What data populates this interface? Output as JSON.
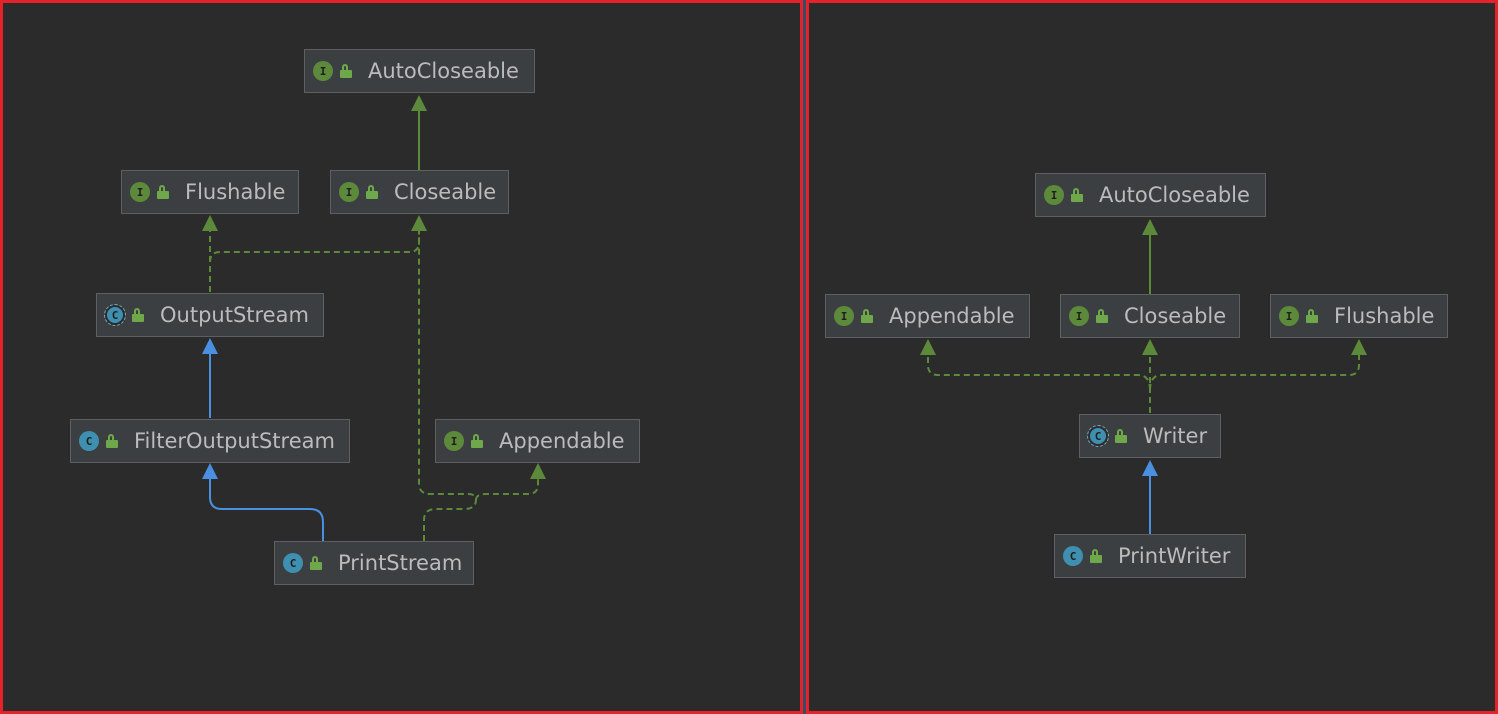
{
  "colors": {
    "frame": "#e3222a",
    "implements": "#5c8a3a",
    "extends": "#4a8fe0",
    "node_bg": "#3c3f41",
    "text": "#bbbbbb"
  },
  "left": {
    "nodes": {
      "autocloseable": {
        "label": "AutoCloseable",
        "kind": "I",
        "icon": "interface-icon"
      },
      "flushable": {
        "label": "Flushable",
        "kind": "I",
        "icon": "interface-icon"
      },
      "closeable": {
        "label": "Closeable",
        "kind": "I",
        "icon": "interface-icon"
      },
      "outputstream": {
        "label": "OutputStream",
        "kind": "C",
        "icon": "abstract-class-icon"
      },
      "filteroutputstream": {
        "label": "FilterOutputStream",
        "kind": "C",
        "icon": "class-icon"
      },
      "appendable": {
        "label": "Appendable",
        "kind": "I",
        "icon": "interface-icon"
      },
      "printstream": {
        "label": "PrintStream",
        "kind": "C",
        "icon": "class-icon"
      }
    }
  },
  "right": {
    "nodes": {
      "autocloseable": {
        "label": "AutoCloseable",
        "kind": "I",
        "icon": "interface-icon"
      },
      "appendable": {
        "label": "Appendable",
        "kind": "I",
        "icon": "interface-icon"
      },
      "closeable": {
        "label": "Closeable",
        "kind": "I",
        "icon": "interface-icon"
      },
      "flushable": {
        "label": "Flushable",
        "kind": "I",
        "icon": "interface-icon"
      },
      "writer": {
        "label": "Writer",
        "kind": "C",
        "icon": "abstract-class-icon"
      },
      "printwriter": {
        "label": "PrintWriter",
        "kind": "C",
        "icon": "class-icon"
      }
    }
  }
}
